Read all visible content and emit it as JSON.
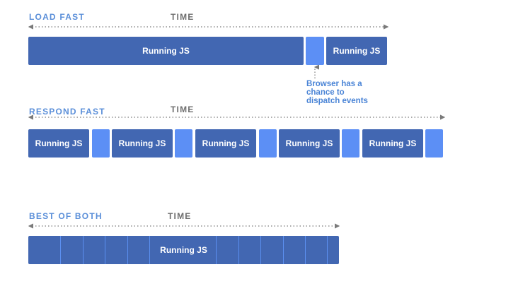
{
  "sections": {
    "load_fast": {
      "title": "LOAD FAST",
      "time_label": "TIME",
      "blocks": [
        {
          "kind": "js",
          "label": "Running JS"
        },
        {
          "kind": "gap",
          "label": ""
        },
        {
          "kind": "js",
          "label": "Running JS"
        }
      ]
    },
    "respond_fast": {
      "title": "RESPOND FAST",
      "time_label": "TIME",
      "blocks": [
        {
          "kind": "js",
          "label": "Running JS"
        },
        {
          "kind": "gap",
          "label": ""
        },
        {
          "kind": "js",
          "label": "Running JS"
        },
        {
          "kind": "gap",
          "label": ""
        },
        {
          "kind": "js",
          "label": "Running JS"
        },
        {
          "kind": "gap",
          "label": ""
        },
        {
          "kind": "js",
          "label": "Running JS"
        },
        {
          "kind": "gap",
          "label": ""
        },
        {
          "kind": "js",
          "label": "Running JS"
        },
        {
          "kind": "gap",
          "label": ""
        }
      ]
    },
    "best_of_both": {
      "title": "BEST OF BOTH",
      "time_label": "TIME",
      "bar_label": "Running JS"
    }
  },
  "annotation": {
    "line1": "Browser has a",
    "line2": "chance to",
    "line3": "dispatch events"
  },
  "colors": {
    "running_js": "#4267b2",
    "browser_gap": "#5c8ff5",
    "title": "#5b8fd9",
    "time_label": "#6e6e6e",
    "axis": "#7a7a7a"
  }
}
